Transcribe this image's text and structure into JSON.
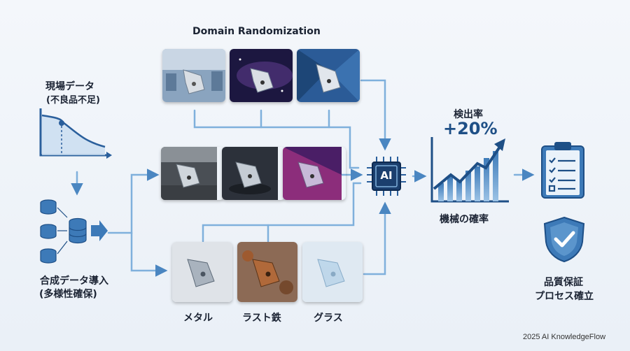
{
  "title": "Domain Randomization",
  "field_data": {
    "title": "現場データ",
    "subtitle": "(不良品不足)"
  },
  "synthetic": {
    "line1": "合成データ導入",
    "line2": "(多様性確保)"
  },
  "ai_chip": {
    "label": "AI"
  },
  "detection": {
    "label": "検出率",
    "value": "+20%"
  },
  "probability": {
    "label": "機械の確率"
  },
  "materials": [
    {
      "label": "メタル"
    },
    {
      "label": "ラスト鉄"
    },
    {
      "label": "グラス"
    }
  ],
  "quality": {
    "line1": "品質保証",
    "line2": "プロセス確立"
  },
  "footer": {
    "credit": "2025 AI KnowledgeFlow"
  },
  "colors": {
    "accent": "#3d7ab8",
    "dark_blue": "#1e4f86",
    "arrow": "#5b95cc"
  },
  "icons": [
    "line-chart-icon",
    "database-icon",
    "ai-chip-icon",
    "growth-chart-icon",
    "clipboard-checklist-icon",
    "shield-check-icon"
  ]
}
